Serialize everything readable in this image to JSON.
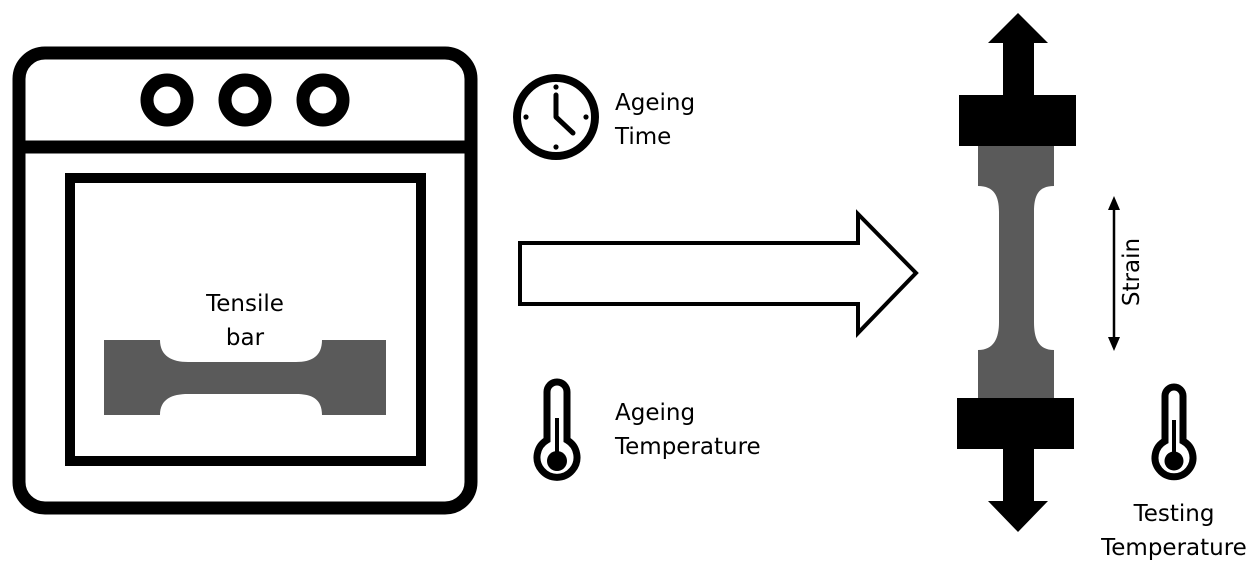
{
  "labels": {
    "tensile_bar": [
      "Tensile",
      "bar"
    ],
    "ageing_time": [
      "Ageing",
      "Time"
    ],
    "ageing_temperature": [
      "Ageing",
      "Temperature"
    ],
    "strain": "Strain",
    "testing_temperature": [
      "Testing",
      "Temperature"
    ]
  },
  "icons": {
    "oven": "oven-icon",
    "clock": "clock-icon",
    "thermometer": "thermometer-icon",
    "process_arrow": "right-arrow-icon",
    "pull_arrow": "vertical-arrow-icon"
  },
  "colors": {
    "ink": "#000000",
    "specimen": "#5a5a5a",
    "background": "#ffffff"
  }
}
